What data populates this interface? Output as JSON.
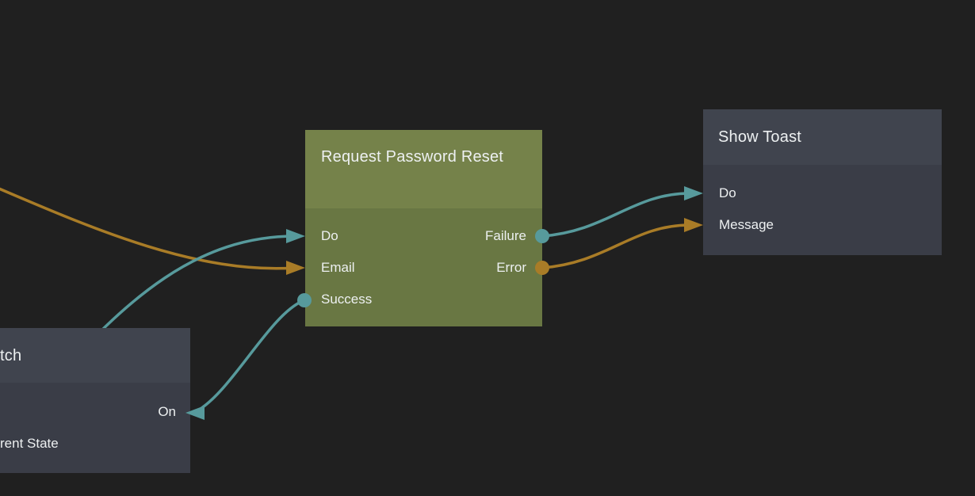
{
  "palette": {
    "background": "#202020",
    "wire_teal": "#579a9c",
    "wire_orange": "#a97c27",
    "green_node_header": "#75824a",
    "green_node_body": "#697743",
    "gray_node_header": "#40444e",
    "gray_node_body": "#3a3d47",
    "text": "#edf0f1"
  },
  "nodes": {
    "reset": {
      "title": "Request Password Reset",
      "ports": {
        "do": "Do",
        "email": "Email",
        "success": "Success",
        "failure": "Failure",
        "error": "Error"
      }
    },
    "toast": {
      "title": "Show Toast",
      "ports": {
        "do": "Do",
        "message": "Message"
      }
    },
    "switch": {
      "title_visible_fragment": "tch",
      "ports": {
        "on": "On",
        "state_visible_fragment": "rent State"
      }
    }
  }
}
